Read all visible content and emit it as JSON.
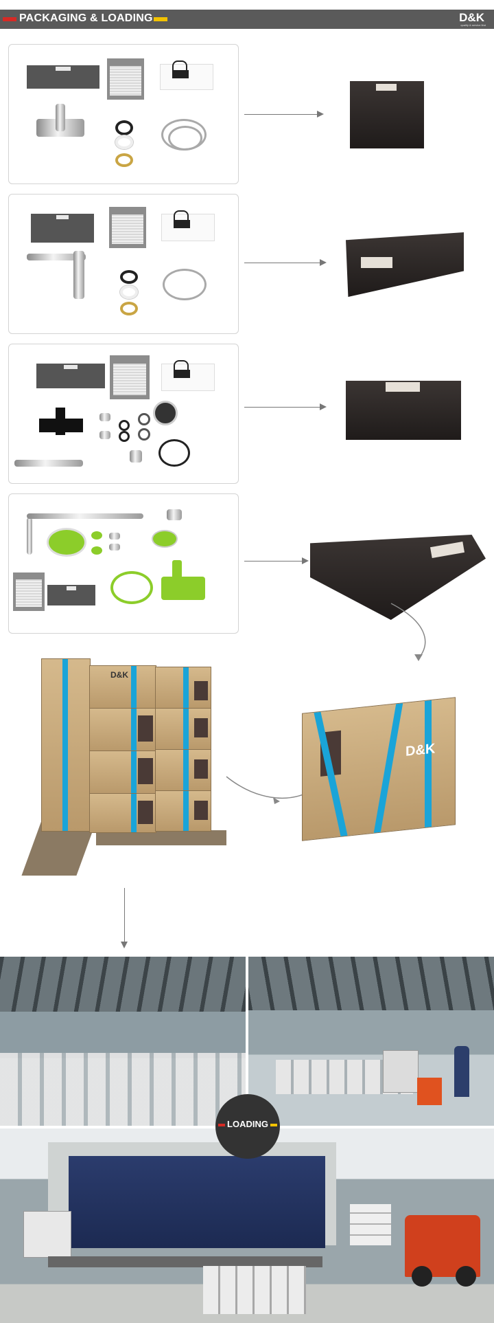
{
  "header": {
    "title": "PACKAGING & LOADING",
    "brand": "D&K",
    "brand_tagline": "quality & service first",
    "colors": {
      "bar": "#5a5a5a",
      "accent_red": "#d62a25",
      "accent_yellow": "#f2c200"
    }
  },
  "labels": {
    "card_logo": "D&K",
    "carton_logo": "D&K"
  },
  "loading_badge": {
    "text": "LOADING"
  },
  "colors": {
    "strap_blue": "#1aa4d8",
    "accent_green": "#8ccd2a"
  }
}
